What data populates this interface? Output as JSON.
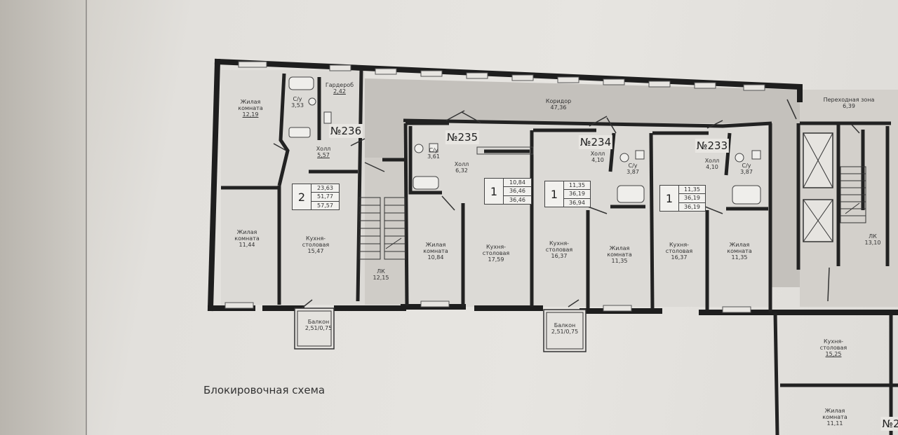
{
  "plan": {
    "caption": "Блокировочная схема",
    "rooms": [
      {
        "id": "r1",
        "name": "Жилая\nкомната",
        "area": "12,19"
      },
      {
        "id": "r2",
        "name": "С/у",
        "area": "3,53"
      },
      {
        "id": "r3",
        "name": "Гардероб",
        "area": "2,42"
      },
      {
        "id": "r4",
        "name": "Холл",
        "area": "5,57"
      },
      {
        "id": "r5",
        "name": "Жилая\nкомната",
        "area": "11,44"
      },
      {
        "id": "r6",
        "name": "Кухня-\nстоловая",
        "area": "15,47"
      },
      {
        "id": "r7",
        "name": "Балкон",
        "area": "2,51/0,75"
      },
      {
        "id": "r8",
        "name": "Коридор",
        "area": "47,36"
      },
      {
        "id": "r9",
        "name": "ЛК",
        "area": "12,15"
      },
      {
        "id": "r10",
        "name": "С/у",
        "area": "3,61"
      },
      {
        "id": "r11",
        "name": "Холл",
        "area": "6,32"
      },
      {
        "id": "r12",
        "name": "Жилая\nкомната",
        "area": "10,84"
      },
      {
        "id": "r13",
        "name": "Кухня-\nстоловая",
        "area": "17,59"
      },
      {
        "id": "r14",
        "name": "Кухня-\nстоловая",
        "area": "16,37"
      },
      {
        "id": "r15",
        "name": "Холл",
        "area": "4,10"
      },
      {
        "id": "r16",
        "name": "С/у",
        "area": "3,87"
      },
      {
        "id": "r17",
        "name": "Жилая\nкомната",
        "area": "11,35"
      },
      {
        "id": "r18",
        "name": "Балкон",
        "area": "2,51/0,75"
      },
      {
        "id": "r19",
        "name": "Кухня-\nстоловая",
        "area": "16,37"
      },
      {
        "id": "r20",
        "name": "Холл",
        "area": "4,10"
      },
      {
        "id": "r21",
        "name": "С/у",
        "area": "3,87"
      },
      {
        "id": "r22",
        "name": "Жилая\nкомната",
        "area": "11,35"
      },
      {
        "id": "r23",
        "name": "Переходная зона",
        "area": "6,39"
      },
      {
        "id": "r24",
        "name": "ЛК",
        "area": "13,10"
      },
      {
        "id": "r25",
        "name": "Кухня-\nстоловая",
        "area": "15,25"
      },
      {
        "id": "r26",
        "name": "Жилая\nкомната",
        "area": "11,11"
      }
    ],
    "apartments": [
      {
        "number": "№236",
        "rooms": "2",
        "areas": [
          "23,63",
          "51,77",
          "57,57"
        ]
      },
      {
        "number": "№235",
        "rooms": "1",
        "areas": [
          "10,84",
          "36,46",
          "36,46"
        ]
      },
      {
        "number": "№234",
        "rooms": "1",
        "areas": [
          "11,35",
          "36,19",
          "36,94"
        ]
      },
      {
        "number": "№233",
        "rooms": "1",
        "areas": [
          "11,35",
          "36,19",
          "36,19"
        ]
      },
      {
        "number": "№2"
      }
    ]
  }
}
